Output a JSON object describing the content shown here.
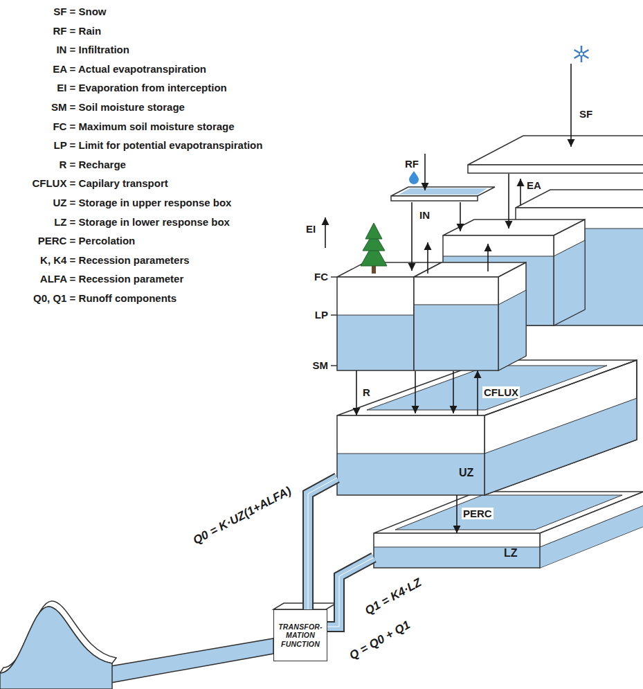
{
  "diagram": {
    "nodes": [
      {
        "text": [
          "FC",
          "LP",
          "SM"
        ]
      },
      {
        "text": [
          "UZ"
        ]
      },
      {
        "text": [
          "LZ"
        ]
      },
      {
        "text": [
          "TRANSFOR- MATION FUNCTION"
        ]
      }
    ],
    "edges": [
      {
        "from": 0,
        "to": 1,
        "arrow": "to",
        "label": "R"
      },
      {
        "from": 1,
        "to": 0,
        "arrow": "to",
        "label": "CFLUX"
      },
      {
        "from": 1,
        "to": 2,
        "arrow": "to",
        "label": "PERC"
      },
      {
        "from": 1,
        "to": 3,
        "arrow": "none",
        "label": "Q0 = K·UZ(1+ALFA)"
      },
      {
        "from": 2,
        "to": 3,
        "arrow": "none",
        "label": "Q1 = K4·LZ"
      }
    ],
    "labels": [
      "SF = Snow",
      "RF = Rain",
      "IN = Infiltration",
      "EA = Actual evapotranspiration",
      "EI = Evaporation from interception",
      "SM = Soil moisture storage",
      "FC = Maximum soil moisture storage",
      "LP = Limit for potential evapotranspiration",
      "R = Recharge",
      "CFLUX = Capilary transport",
      "UZ = Storage in upper response box",
      "LZ = Storage in lower response box",
      "PERC = Percolation",
      "K, K4 = Recession parameters",
      "ALFA = Recession parameter",
      "Q0, Q1 = Runoff components",
      "SF",
      "RF",
      "IN",
      "EA",
      "EI",
      "Q = Q0 + Q1"
    ]
  }
}
